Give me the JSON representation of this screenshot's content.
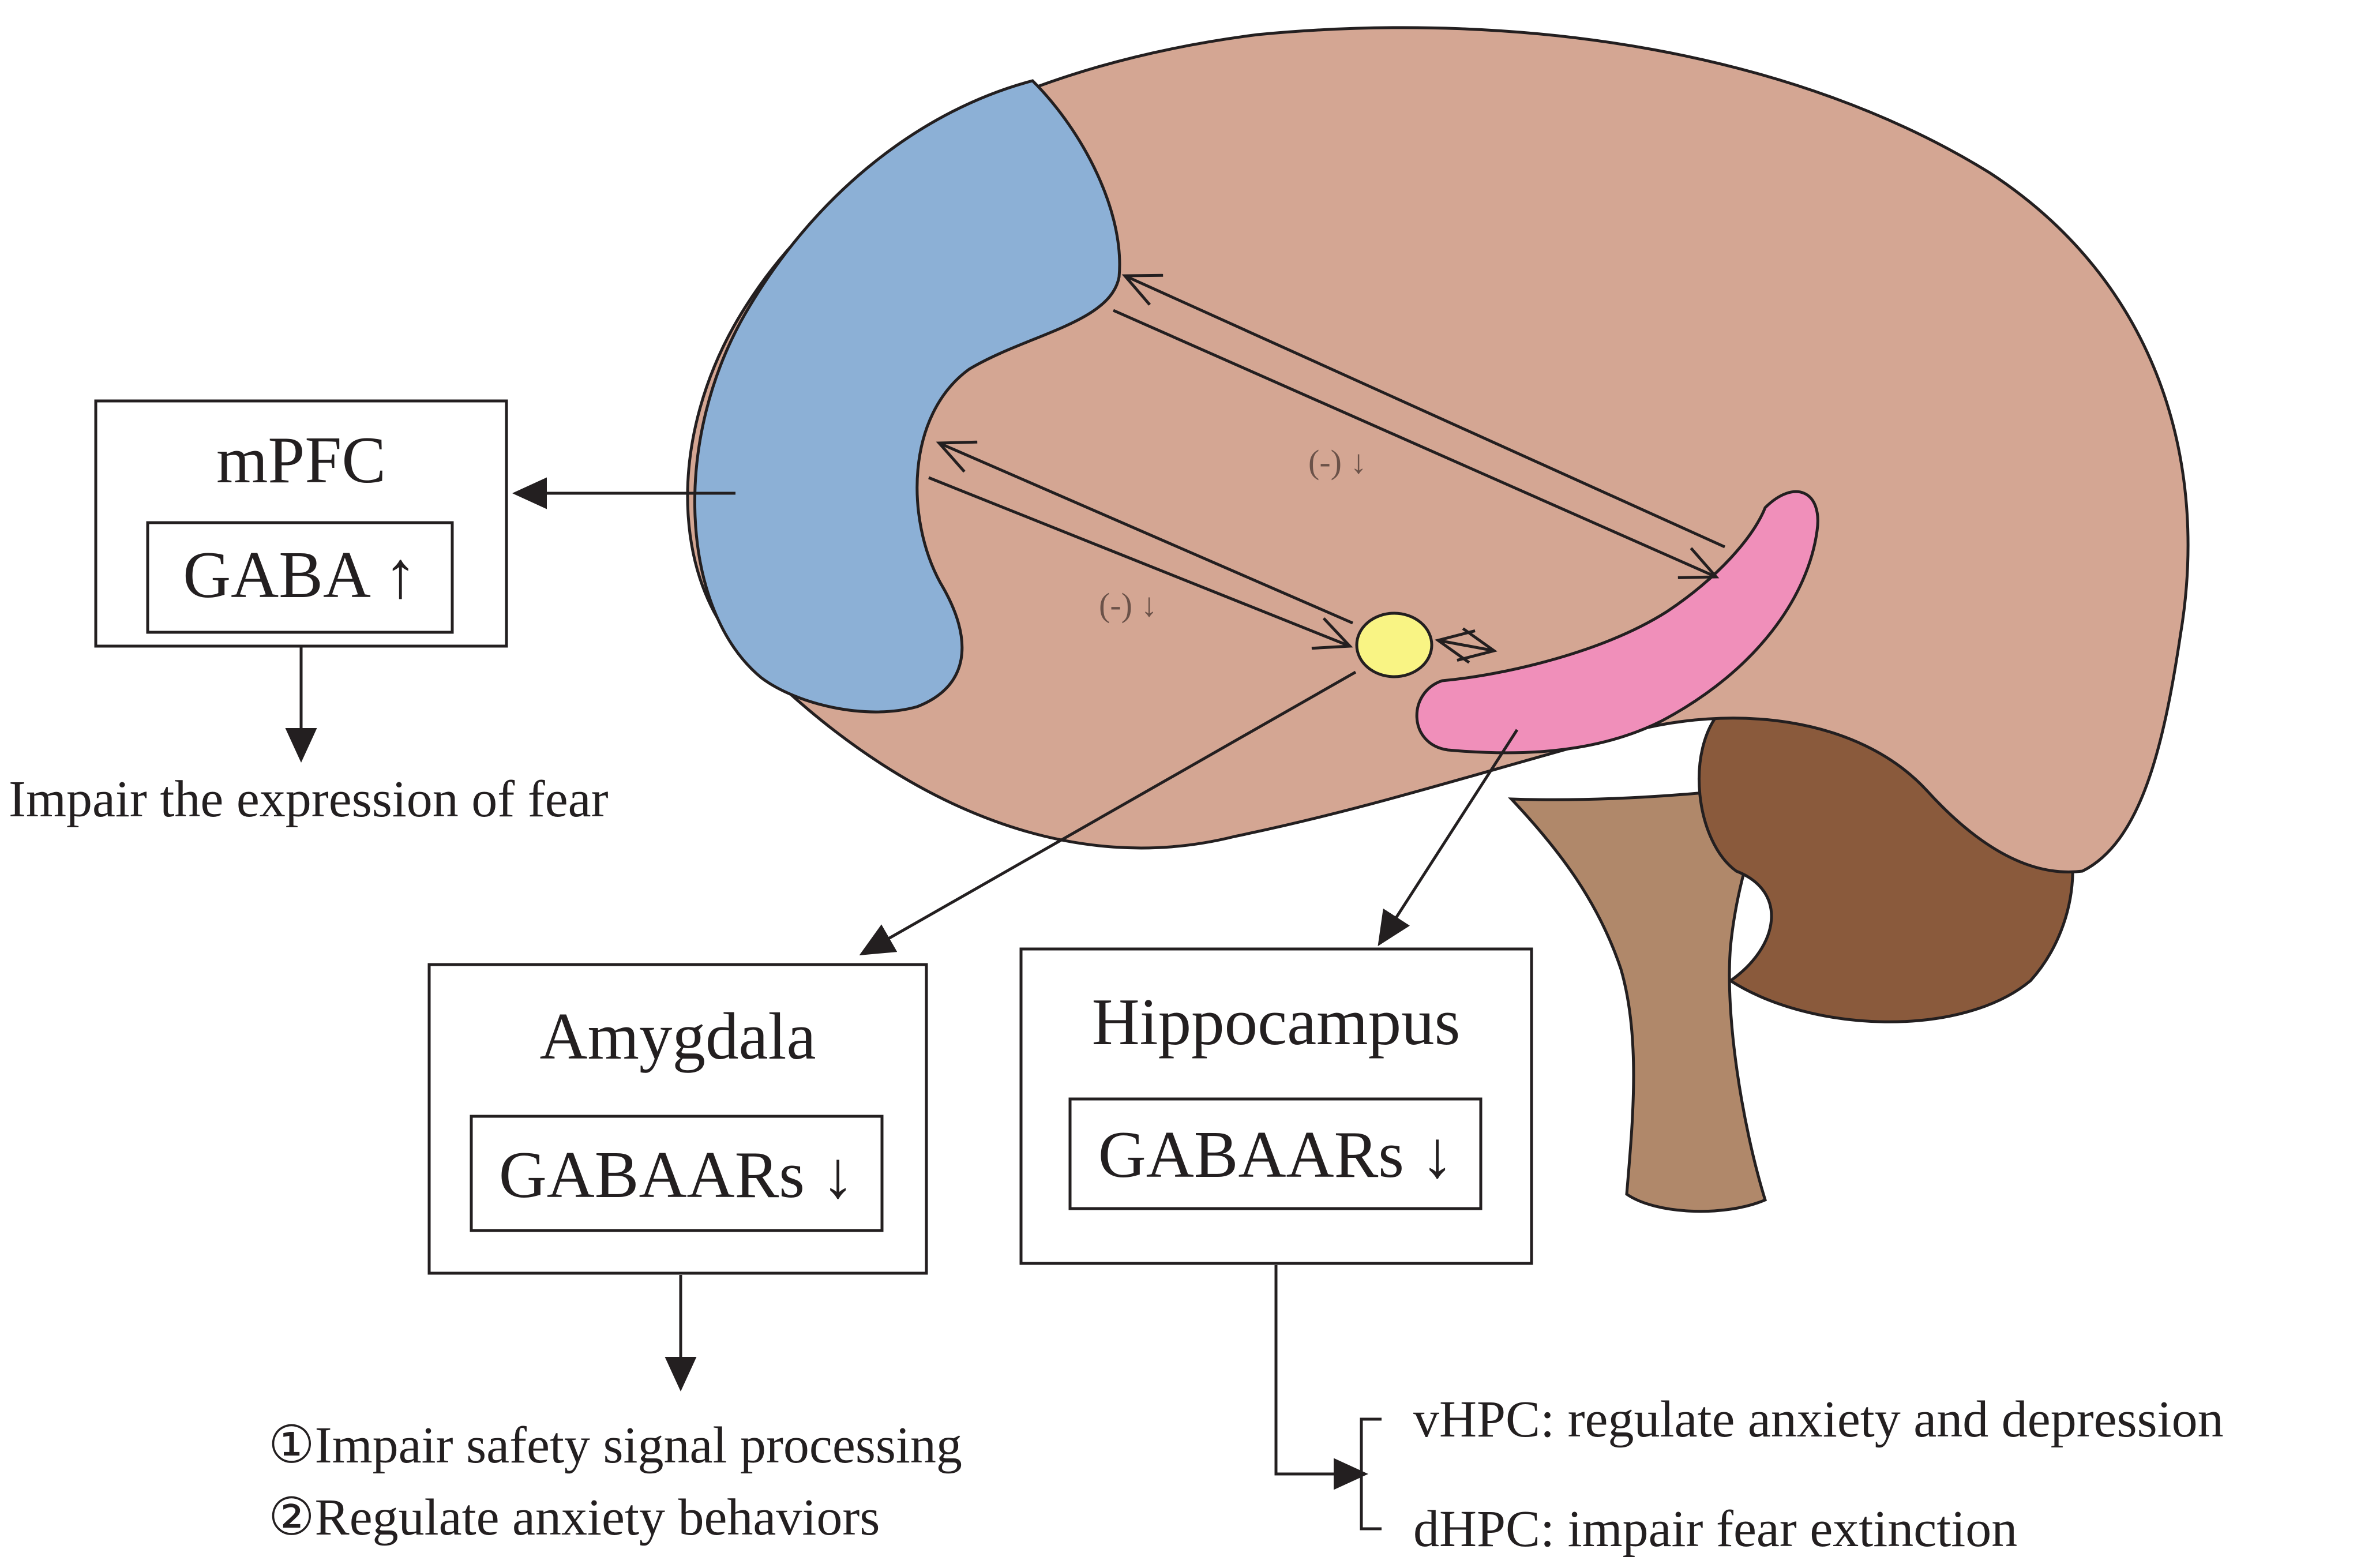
{
  "mpfc": {
    "title": "mPFC",
    "marker": "GABA ↑",
    "effect": "Impair the expression of fear"
  },
  "amygdala": {
    "title": "Amygdala",
    "marker": "GABAARs ↓",
    "effects": [
      "①Impair safety signal processing",
      "②Regulate anxiety behaviors"
    ]
  },
  "hippocampus": {
    "title": "Hippocampus",
    "marker": "GABAARs ↓",
    "vhpc": "vHPC: regulate anxiety and depression",
    "dhpc": "dHPC: impair fear extinction"
  },
  "pathway_labels": {
    "upper": "(-) ↓",
    "lower": "(-) ↓"
  },
  "colors": {
    "cortex": "#d4a693",
    "mpfc_region": "#8cb0d6",
    "amygdala_region": "#f9f484",
    "hippocampus_region": "#f08fba",
    "brainstem": "#b0886a",
    "cerebellum": "#8a5a3c"
  }
}
